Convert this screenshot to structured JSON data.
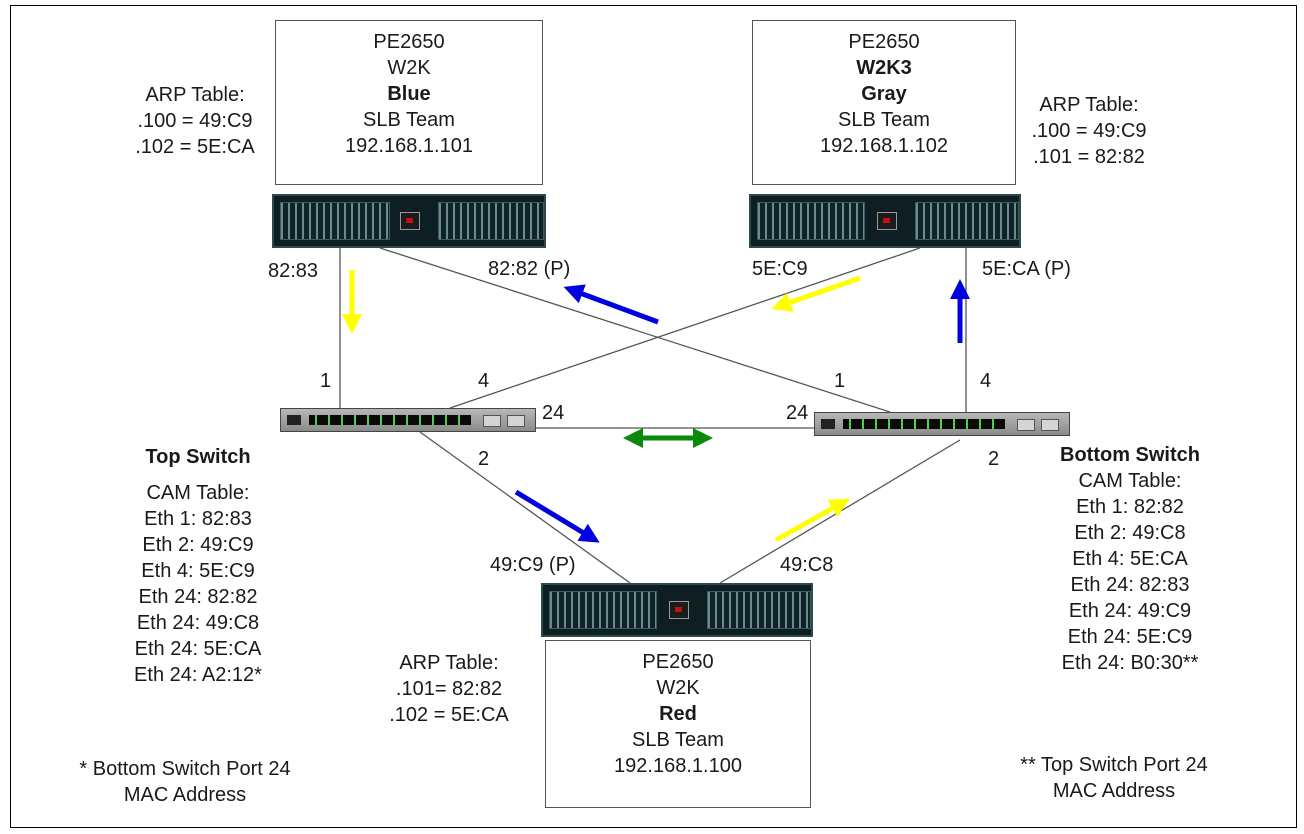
{
  "servers": {
    "blue": {
      "lines": [
        "PE2650",
        "W2K",
        "Blue",
        "SLB Team",
        "192.168.1.101"
      ],
      "bold_index": [
        2
      ]
    },
    "gray": {
      "lines": [
        "PE2650",
        "W2K3",
        "Gray",
        "SLB Team",
        "192.168.1.102"
      ],
      "bold_index": [
        1,
        2
      ]
    },
    "red": {
      "lines": [
        "PE2650",
        "W2K",
        "Red",
        "SLB Team",
        "192.168.1.100"
      ],
      "bold_index": [
        2
      ]
    }
  },
  "arp_tables": {
    "blue": [
      "ARP Table:",
      ".100 = 49:C9",
      ".102 = 5E:CA"
    ],
    "gray": [
      "ARP Table:",
      ".100 = 49:C9",
      ".101 = 82:82"
    ],
    "red": [
      "ARP Table:",
      ".101= 82:82",
      ".102 = 5E:CA"
    ]
  },
  "nic_labels": {
    "blue_left": "82:83",
    "blue_right": "82:82 (P)",
    "gray_left": "5E:C9",
    "gray_right": "5E:CA (P)",
    "red_left": "49:C9 (P)",
    "red_right": "49:C8"
  },
  "port_labels": {
    "top_1": "1",
    "top_4": "4",
    "top_24": "24",
    "top_2": "2",
    "bottom_1": "1",
    "bottom_4": "4",
    "bottom_24": "24",
    "bottom_2": "2"
  },
  "top_switch": {
    "title": "Top Switch",
    "cam": [
      "CAM Table:",
      "Eth 1: 82:83",
      "Eth 2: 49:C9",
      "Eth 4: 5E:C9",
      "Eth 24: 82:82",
      "Eth 24: 49:C8",
      "Eth 24: 5E:CA",
      "Eth 24: A2:12*"
    ]
  },
  "bottom_switch": {
    "title": "Bottom Switch",
    "cam": [
      "CAM Table:",
      "Eth 1: 82:82",
      "Eth 2: 49:C8",
      "Eth 4: 5E:CA",
      "Eth 24: 82:83",
      "Eth 24: 49:C9",
      "Eth 24: 5E:C9",
      "Eth 24: B0:30**"
    ]
  },
  "footnotes": {
    "left": [
      "* Bottom Switch Port 24",
      "MAC Address"
    ],
    "right": [
      "** Top Switch Port 24",
      "MAC Address"
    ]
  },
  "colors": {
    "yellow_arrow": "#ffff00",
    "blue_arrow": "#0000e0",
    "green_arrow": "#0a8a0a",
    "link_line": "#555555",
    "switch_port_led": "#4bd14b"
  }
}
